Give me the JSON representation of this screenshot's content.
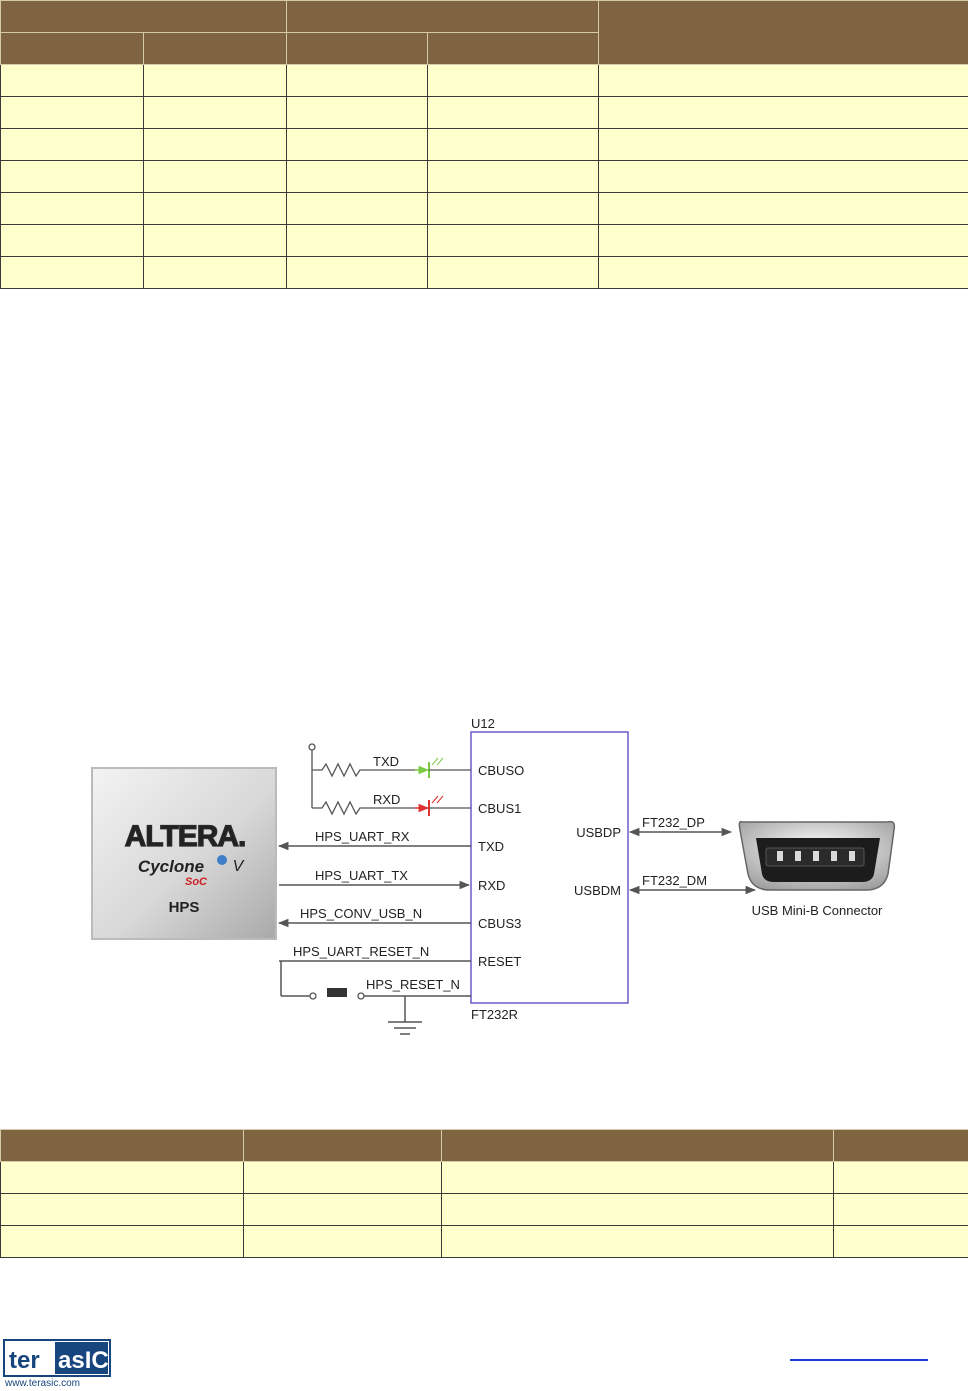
{
  "diagram": {
    "chip": {
      "ref": "U12",
      "part": "FT232R",
      "pins_left": [
        "CBUSO",
        "CBUS1",
        "TXD",
        "RXD",
        "CBUS3",
        "RESET"
      ],
      "pins_right": [
        "USBDP",
        "USBDM"
      ]
    },
    "signals": {
      "txd_led": "TXD",
      "rxd_led": "RXD",
      "uart_rx": "HPS_UART_RX",
      "uart_tx": "HPS_UART_TX",
      "conv_usb": "HPS_CONV_USB_N",
      "uart_reset": "HPS_UART_RESET_N",
      "hps_reset": "HPS_RESET_N",
      "dp": "FT232_DP",
      "dm": "FT232_DM"
    },
    "fpga": {
      "brand": "ALTERA.",
      "family": "Cyclone",
      "family_suffix": "V",
      "soc": "SoC",
      "block": "HPS"
    },
    "connector_label": "USB Mini-B Connector"
  },
  "footer": {
    "logo_text": "terasIC",
    "logo_url": "www.terasic.com"
  },
  "colors": {
    "table_header": "#7f6442",
    "table_cell": "#ffffcc",
    "chip_border": "#6a5acd",
    "led_green": "#7ac943",
    "led_red": "#e03030",
    "logo_blue": "#17457e",
    "link_blue": "#1a3fd6"
  }
}
